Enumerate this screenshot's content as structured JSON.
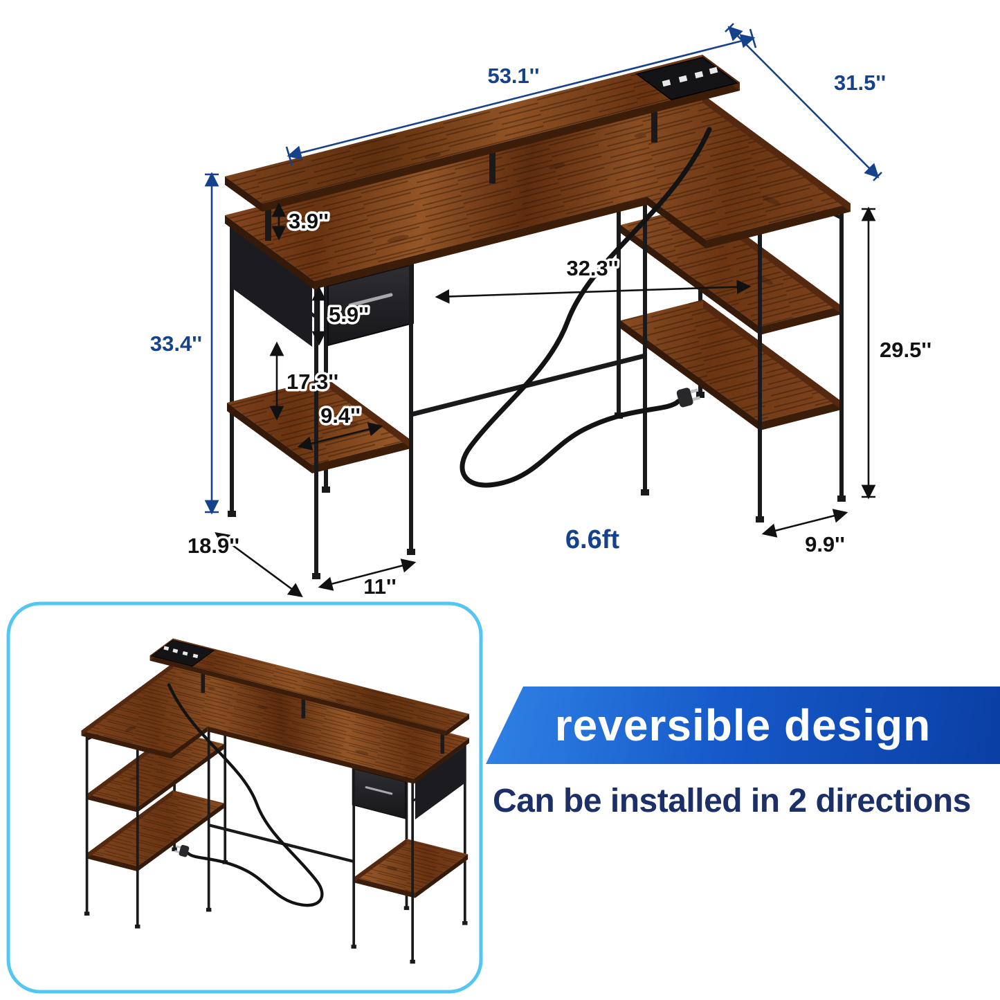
{
  "product_diagram": {
    "dims": {
      "top_width": "53.1''",
      "top_depth": "31.5''",
      "total_height": "33.4''",
      "monitor_shelf_rise": "3.9''",
      "drawer_height": "5.9''",
      "knee_space_width": "32.3''",
      "desk_height": "29.5''",
      "left_shelf_clearance": "17.3''",
      "left_shelf_width": "9.4''",
      "base_depth": "18.9''",
      "base_width": "11''",
      "right_shelf_width": "9.9''",
      "power_cord_length": "6.6ft"
    },
    "banner": {
      "title": "reversible design",
      "subtitle": "Can be installed in 2 directions"
    },
    "colors": {
      "dimension_blue": "#16418c",
      "dimension_black": "#111111",
      "banner_blue_start": "#2f82e6",
      "banner_blue_end": "#0a3fa4",
      "subtitle_navy": "#1c2f66",
      "inset_border": "#53c6f1",
      "wood_mid": "#7d421d",
      "frame_black": "#1a1a1c"
    }
  }
}
